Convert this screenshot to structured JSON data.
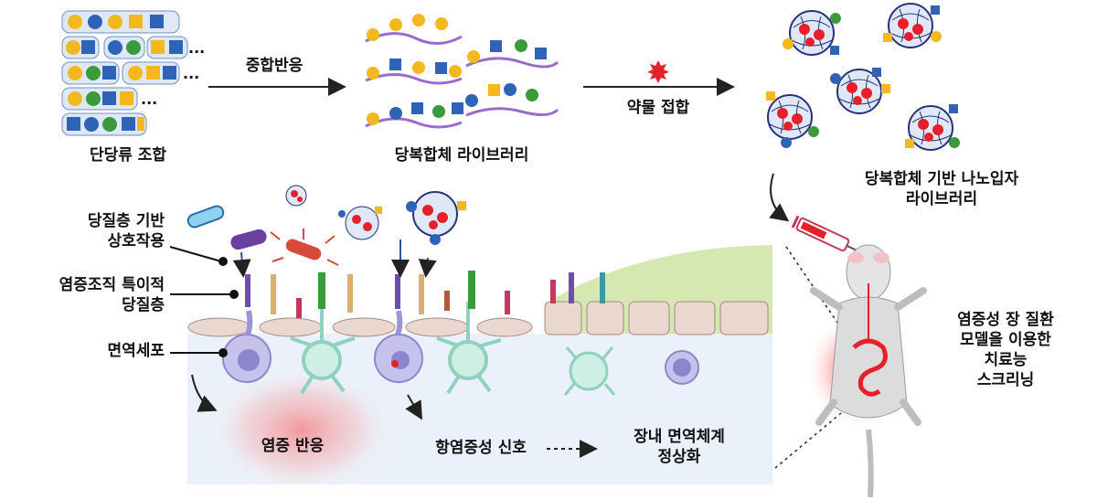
{
  "steps": {
    "monosaccharide_combination": "단당류 조합",
    "polymerization": "중합반응",
    "glycopolymer_library": "당복합체 라이브러리",
    "drug_conjugation": "약물 접합",
    "nanoparticle_library_line1": "당복합체 기반 나노입자",
    "nanoparticle_library_line2": "라이브러리"
  },
  "tissue_labels": {
    "glycocalyx_interaction_line1": "당질층 기반",
    "glycocalyx_interaction_line2": "상호작용",
    "inflamed_glycocalyx_line1": "염증조직 특이적",
    "inflamed_glycocalyx_line2": "당질층",
    "immune_cells": "면역세포",
    "inflammatory_response": "염증 반응",
    "anti_inflammatory_signal": "항염증성 신호",
    "normalization_line1": "장내 면역체계",
    "normalization_line2": "정상화"
  },
  "screening": {
    "line1": "염증성 장 질환",
    "line2": "모델을 이용한",
    "line3": "치료능",
    "line4": "스크리닝"
  },
  "ellipsis": "...",
  "colors": {
    "gold": "#f2b81e",
    "blue": "#2f63b8",
    "green": "#3a9a3c",
    "navy": "#28327a",
    "red": "#e5202a",
    "purple_chain": "#9a6ad0",
    "mucosa_bg": "#eaf1fa",
    "villus_green": "#d6e8b2",
    "epithelium": "#ead7cf",
    "inflammation_glow": "#f37b7b"
  }
}
